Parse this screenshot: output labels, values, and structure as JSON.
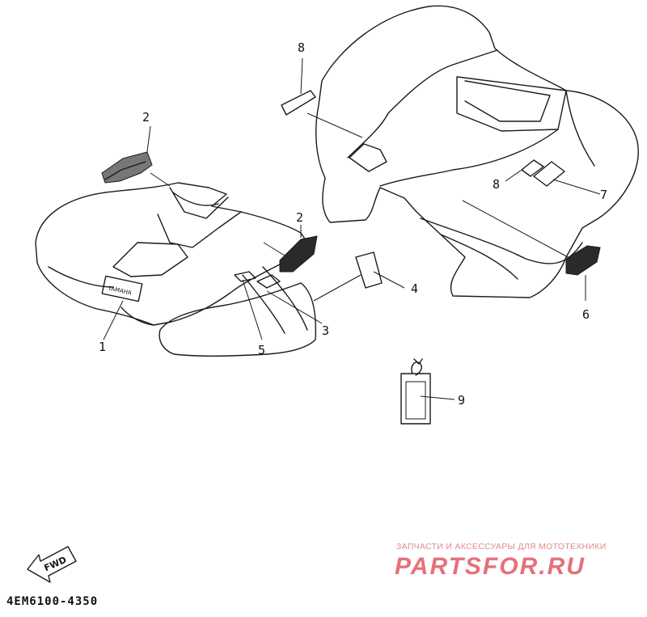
{
  "diagram": {
    "part_number": "4EM6100-4350",
    "fwd_label": "FWD",
    "callouts": [
      {
        "id": "c1",
        "label": "1"
      },
      {
        "id": "c2a",
        "label": "2"
      },
      {
        "id": "c2b",
        "label": "2"
      },
      {
        "id": "c3",
        "label": "3"
      },
      {
        "id": "c4",
        "label": "4"
      },
      {
        "id": "c5",
        "label": "5"
      },
      {
        "id": "c6",
        "label": "6"
      },
      {
        "id": "c7",
        "label": "7"
      },
      {
        "id": "c8a",
        "label": "8"
      },
      {
        "id": "c8b",
        "label": "8"
      },
      {
        "id": "c9",
        "label": "9"
      }
    ],
    "badge_text": "YAMAHA"
  },
  "watermark": {
    "tagline": "ЗАПЧАСТИ И АКСЕССУАРЫ ДЛЯ МОТОТЕХНИКИ",
    "logo": "PARTSFOR.RU",
    "color": "#e6707a"
  }
}
